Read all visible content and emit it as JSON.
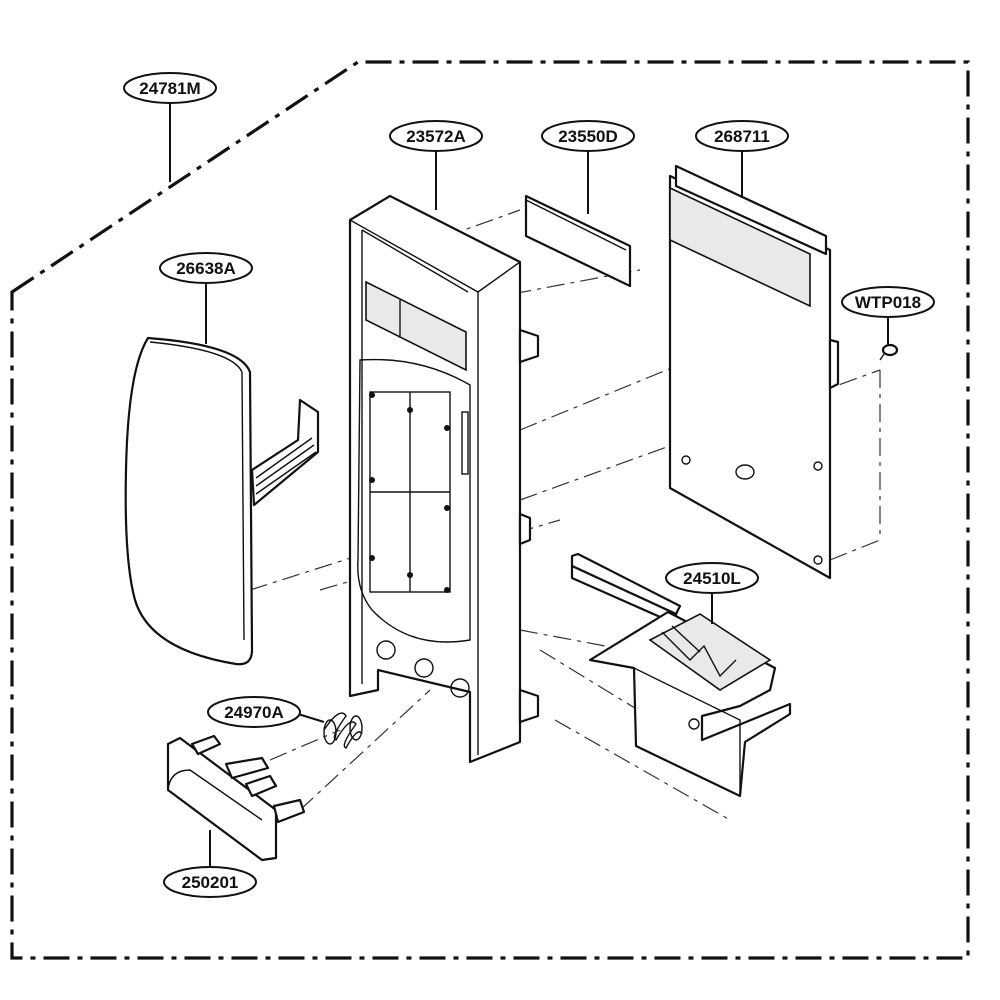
{
  "labels": {
    "housing_assembly": "24781M",
    "control_panel_frame": "23572A",
    "display_window": "23550D",
    "pcb_board": "268711",
    "screw": "WTP018",
    "membrane_switch": "26638A",
    "lever": "24510L",
    "spring": "24970A",
    "button": "250201"
  }
}
